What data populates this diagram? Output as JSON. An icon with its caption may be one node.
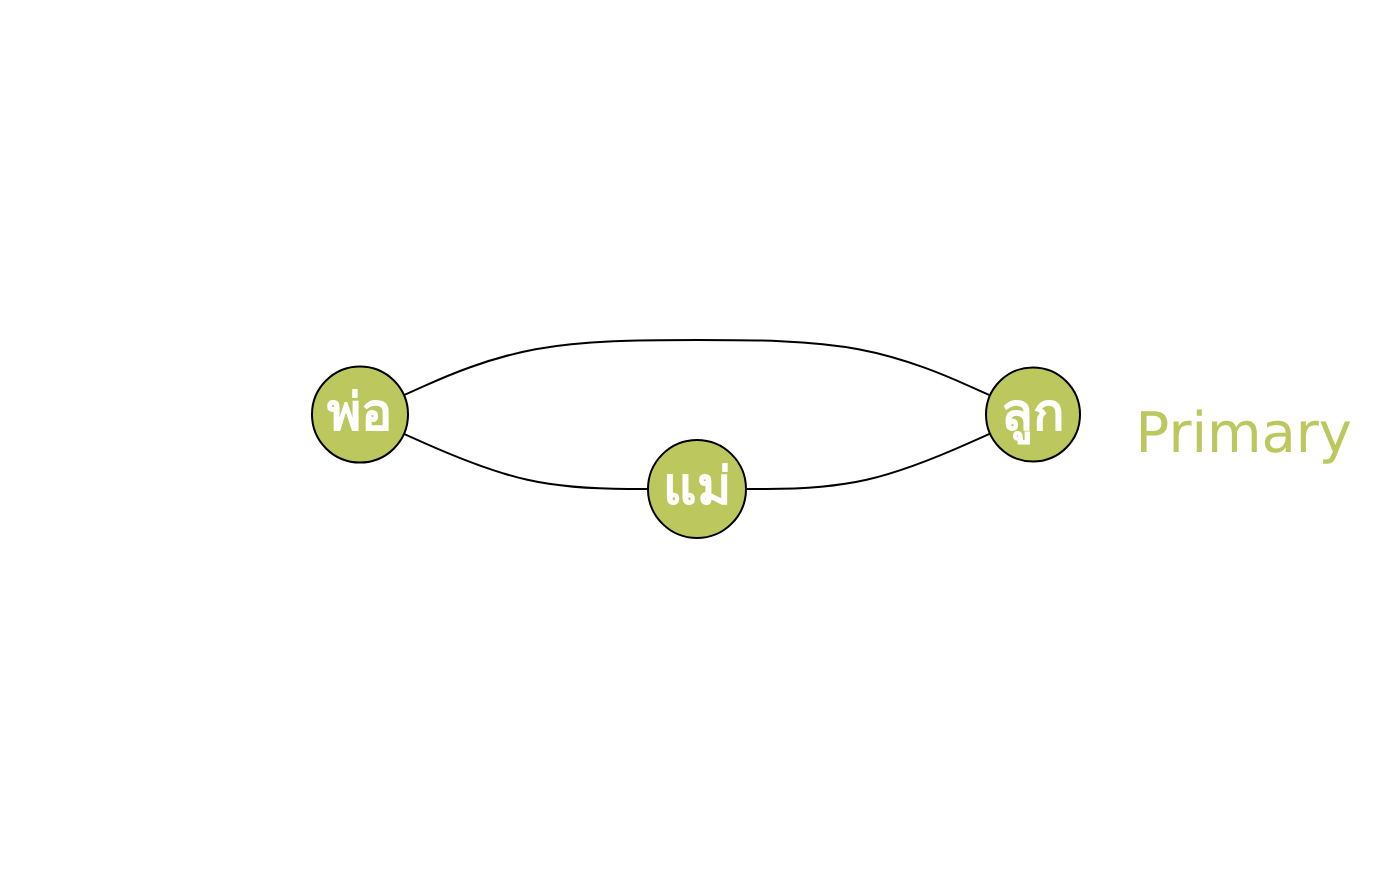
{
  "diagram": {
    "nodes": [
      {
        "text": [
          "พ่อ"
        ]
      },
      {
        "text": [
          "แม่"
        ]
      },
      {
        "text": [
          "ลูก"
        ]
      }
    ],
    "edges": [
      {
        "from": 0,
        "to": 1,
        "arrow": "none"
      },
      {
        "from": 0,
        "to": 2,
        "arrow": "none"
      },
      {
        "from": 1,
        "to": 2,
        "arrow": "none"
      }
    ],
    "labels": [
      "Primary"
    ]
  }
}
